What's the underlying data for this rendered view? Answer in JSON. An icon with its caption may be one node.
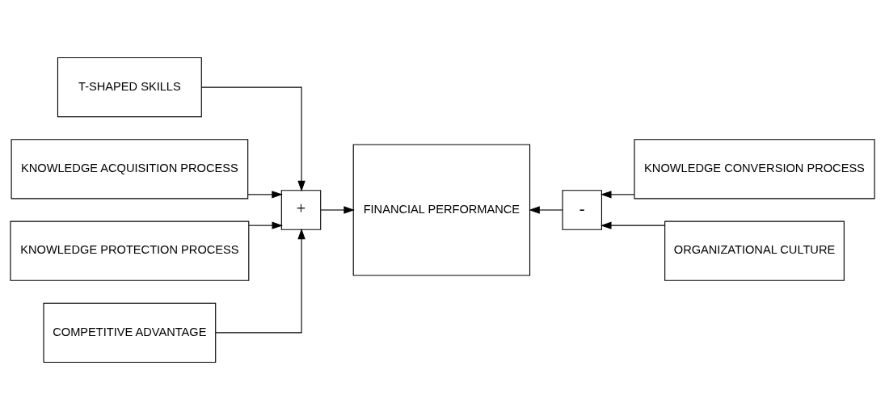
{
  "diagram": {
    "nodes": [
      {
        "text": [
          "T-SHAPED SKILLS"
        ]
      },
      {
        "text": [
          "KNOWLEDGE ACQUISITION PROCESS"
        ]
      },
      {
        "text": [
          "KNOWLEDGE PROTECTION PROCESS"
        ]
      },
      {
        "text": [
          "COMPETITIVE ADVANTAGE"
        ]
      },
      {
        "text": [
          "+"
        ]
      },
      {
        "text": [
          "FINANCIAL PERFORMANCE"
        ]
      },
      {
        "text": [
          "-"
        ]
      },
      {
        "text": [
          "KNOWLEDGE CONVERSION PROCESS"
        ]
      },
      {
        "text": [
          "ORGANIZATIONAL CULTURE"
        ]
      }
    ],
    "edges": [
      {
        "from": 0,
        "to": 4,
        "arrow": "to"
      },
      {
        "from": 1,
        "to": 4,
        "arrow": "to"
      },
      {
        "from": 2,
        "to": 4,
        "arrow": "to"
      },
      {
        "from": 3,
        "to": 4,
        "arrow": "to"
      },
      {
        "from": 4,
        "to": 5,
        "arrow": "to"
      },
      {
        "from": 6,
        "to": 5,
        "arrow": "to"
      },
      {
        "from": 7,
        "to": 6,
        "arrow": "to"
      },
      {
        "from": 8,
        "to": 6,
        "arrow": "to"
      }
    ]
  }
}
